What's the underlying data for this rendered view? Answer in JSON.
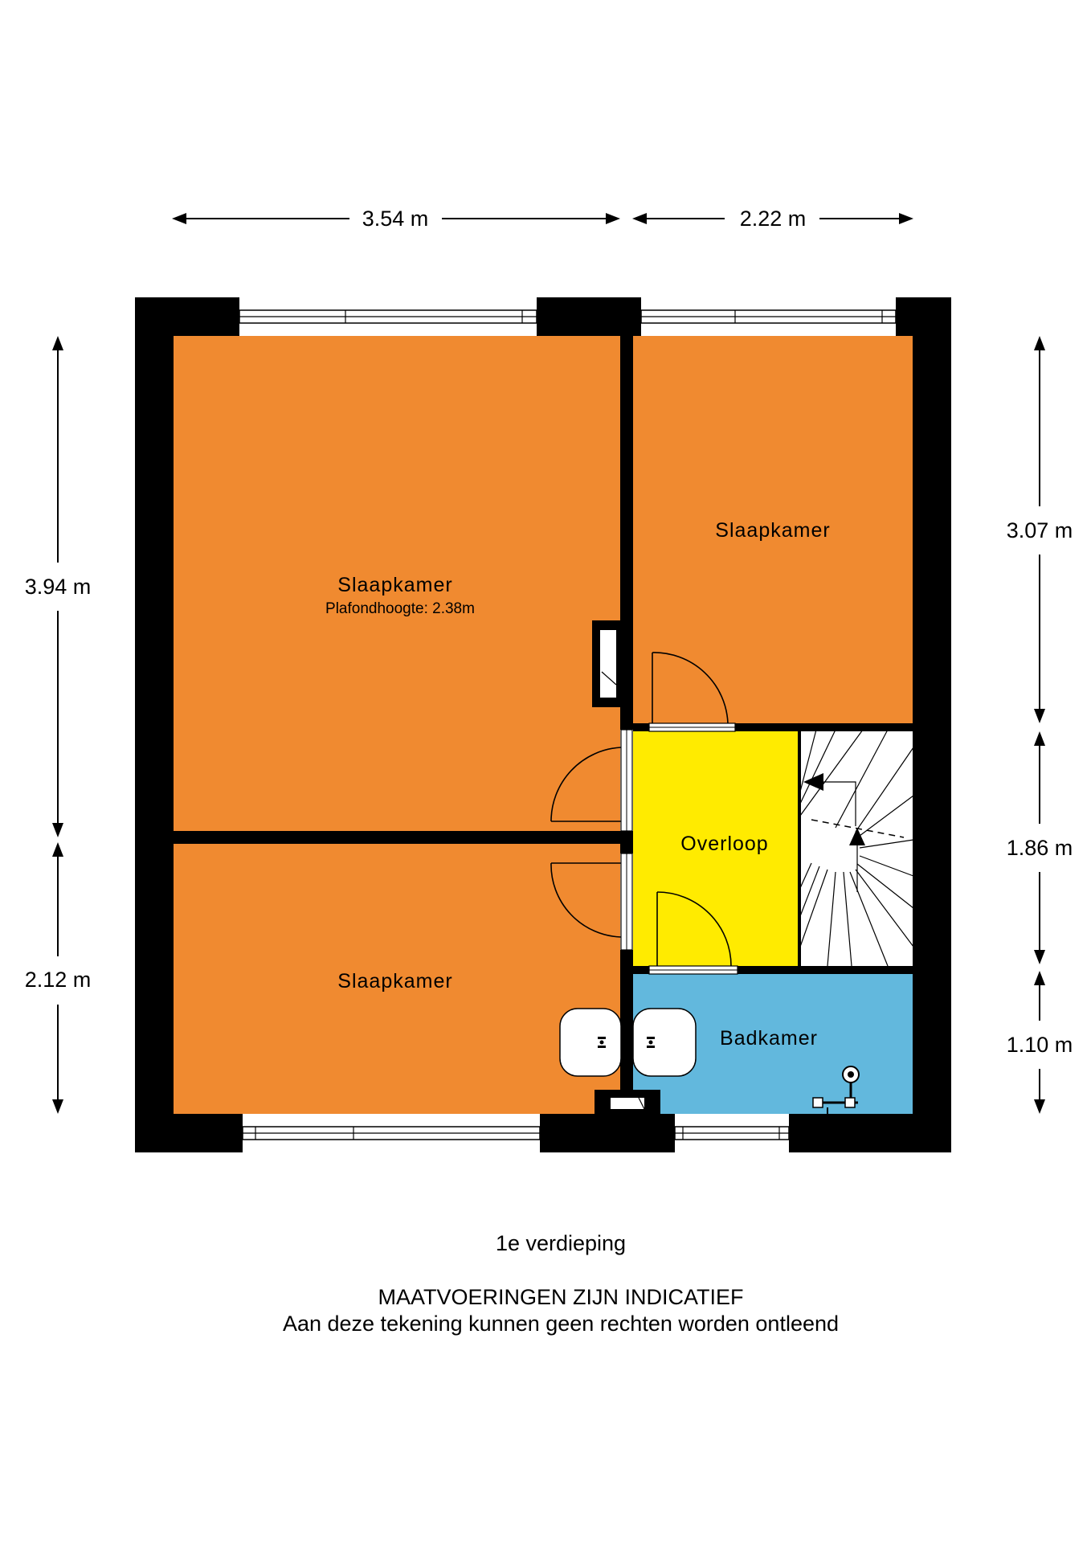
{
  "colors": {
    "bedroom": "#F08A30",
    "landing": "#FFEB00",
    "bathroom": "#62B8DD",
    "wall": "#000000"
  },
  "rooms": {
    "bedroom_large": {
      "name": "Slaapkamer",
      "note": "Plafondhoogte: 2.38m"
    },
    "bedroom_right": {
      "name": "Slaapkamer"
    },
    "bedroom_bottom": {
      "name": "Slaapkamer"
    },
    "landing": {
      "name": "Overloop"
    },
    "bathroom": {
      "name": "Badkamer"
    }
  },
  "dimensions": {
    "top_left": "3.54 m",
    "top_right": "2.22 m",
    "left_upper": "3.94 m",
    "left_lower": "2.12 m",
    "right_upper": "3.07 m",
    "right_middle": "1.86 m",
    "right_lower": "1.10 m"
  },
  "caption": {
    "floor": "1e verdieping",
    "disclaimer_1": "MAATVOERINGEN ZIJN INDICATIEF",
    "disclaimer_2": "Aan deze tekening kunnen geen rechten worden ontleend"
  },
  "icons": [
    "door-icon",
    "window-icon",
    "sink-icon",
    "shower-icon",
    "staircase-icon",
    "arrow-icon"
  ]
}
